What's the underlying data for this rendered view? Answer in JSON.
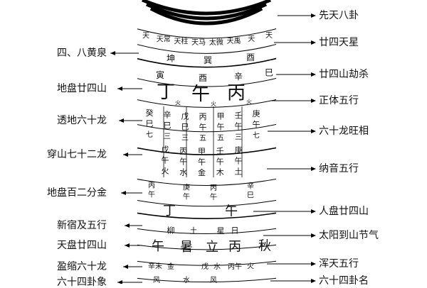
{
  "left_labels": [
    "四、八黄泉",
    "地盘廿四山",
    "透地六十龙",
    "穿山七十二龙",
    "地盘百二分金",
    "新宿及五行",
    "天盘廿四山",
    "盈缩六十龙",
    "六十四卦象"
  ],
  "right_labels": [
    "先天八卦",
    "廿四天星",
    "廿四山劫杀",
    "正体五行",
    "六十龙旺相",
    "纳音五行",
    "人盘廿四山",
    "太阳到山节气",
    "浑天五行",
    "六十四卦名"
  ],
  "compass": {
    "ring_stars": [
      "天",
      "天常",
      "天柱",
      "天马",
      "太微",
      "天禹",
      "天",
      "天"
    ],
    "ring_huangquan": [
      "坤",
      "巽",
      "酉"
    ],
    "ring_jiesha": [
      "寅",
      "酉",
      "辛",
      "巳"
    ],
    "ring_dipan": [
      "丁",
      "午",
      "丙"
    ],
    "ring_dipan_small": [
      "火",
      "火",
      "火"
    ],
    "ring_toudi_top": [
      "癸",
      "辛",
      "戊",
      "丙",
      "甲",
      "壬",
      "庚"
    ],
    "ring_toudi_bot": [
      "巳",
      "巳",
      "巳",
      "午",
      "午",
      "午",
      "午"
    ],
    "ring_toudi_num": [
      "七",
      "三",
      "三",
      "五",
      "五",
      "三",
      "七"
    ],
    "ring_chuanshan_top": [
      "戊",
      "丙",
      "甲",
      "壬",
      "庚"
    ],
    "ring_chuanshan_mid": [
      "午",
      "午",
      "午",
      "午",
      "午"
    ],
    "ring_chuanshan_bot": [
      "火",
      "水",
      "金",
      "木",
      "土"
    ],
    "ring_fenjin_top": [
      "丙",
      "庚",
      "丙",
      "辛"
    ],
    "ring_fenjin_bot": [
      "午",
      "午",
      "午",
      "巳"
    ],
    "ring_renpan": [
      "丁",
      "午"
    ],
    "ring_xiu": [
      "柳",
      "土",
      "星",
      "日"
    ],
    "ring_tianpan": [
      "午",
      "暑",
      "立",
      "丙",
      "秋"
    ],
    "ring_yingsuo": [
      "辛未",
      "金",
      "戊",
      "水",
      "丙午",
      "火"
    ],
    "ring_gua": [
      "风",
      "水",
      "风"
    ]
  }
}
